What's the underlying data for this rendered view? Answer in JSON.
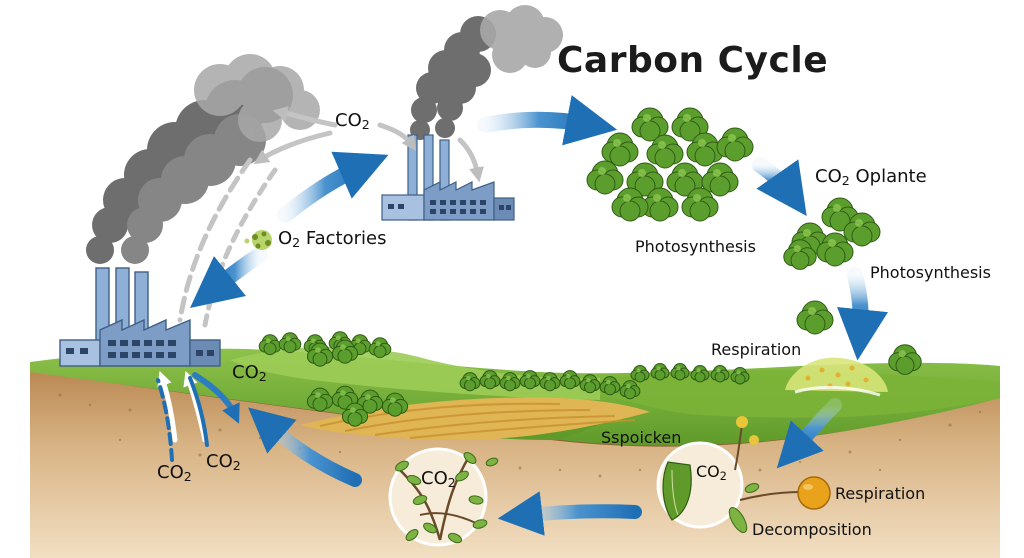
{
  "title": "Carbon Cycle",
  "labels": {
    "co2_top": {
      "main": "CO",
      "sub": "2"
    },
    "o2_factories": {
      "main": "O",
      "sub": "2",
      "rest": " Factories"
    },
    "photosynthesis_1": "Photosynthesis",
    "co2_oplante": {
      "main": "CO",
      "sub": "2",
      "rest": " Oplante"
    },
    "photosynthesis_2": "Photosynthesis",
    "respiration_1": "Respiration",
    "co2_ground": {
      "main": "CO",
      "sub": "2"
    },
    "co2_soil_left": {
      "main": "CO",
      "sub": "2"
    },
    "co2_soil_right": {
      "main": "CO",
      "sub": "2"
    },
    "spoicken": "Sspoicken",
    "co2_plant_circle": {
      "main": "CO",
      "sub": "2"
    },
    "co2_decomp_circle": {
      "main": "CO",
      "sub": "2"
    },
    "respiration_2": "Respiration",
    "decomposition": "Decomposition"
  },
  "colors": {
    "arrow_blue": "#1f6fb5",
    "arrow_grey": "#c4c4c4",
    "grass": "#7fb33b",
    "soil": "#c99a63",
    "smoke": "#6f6f6f",
    "factory": "#7f9ec4"
  }
}
